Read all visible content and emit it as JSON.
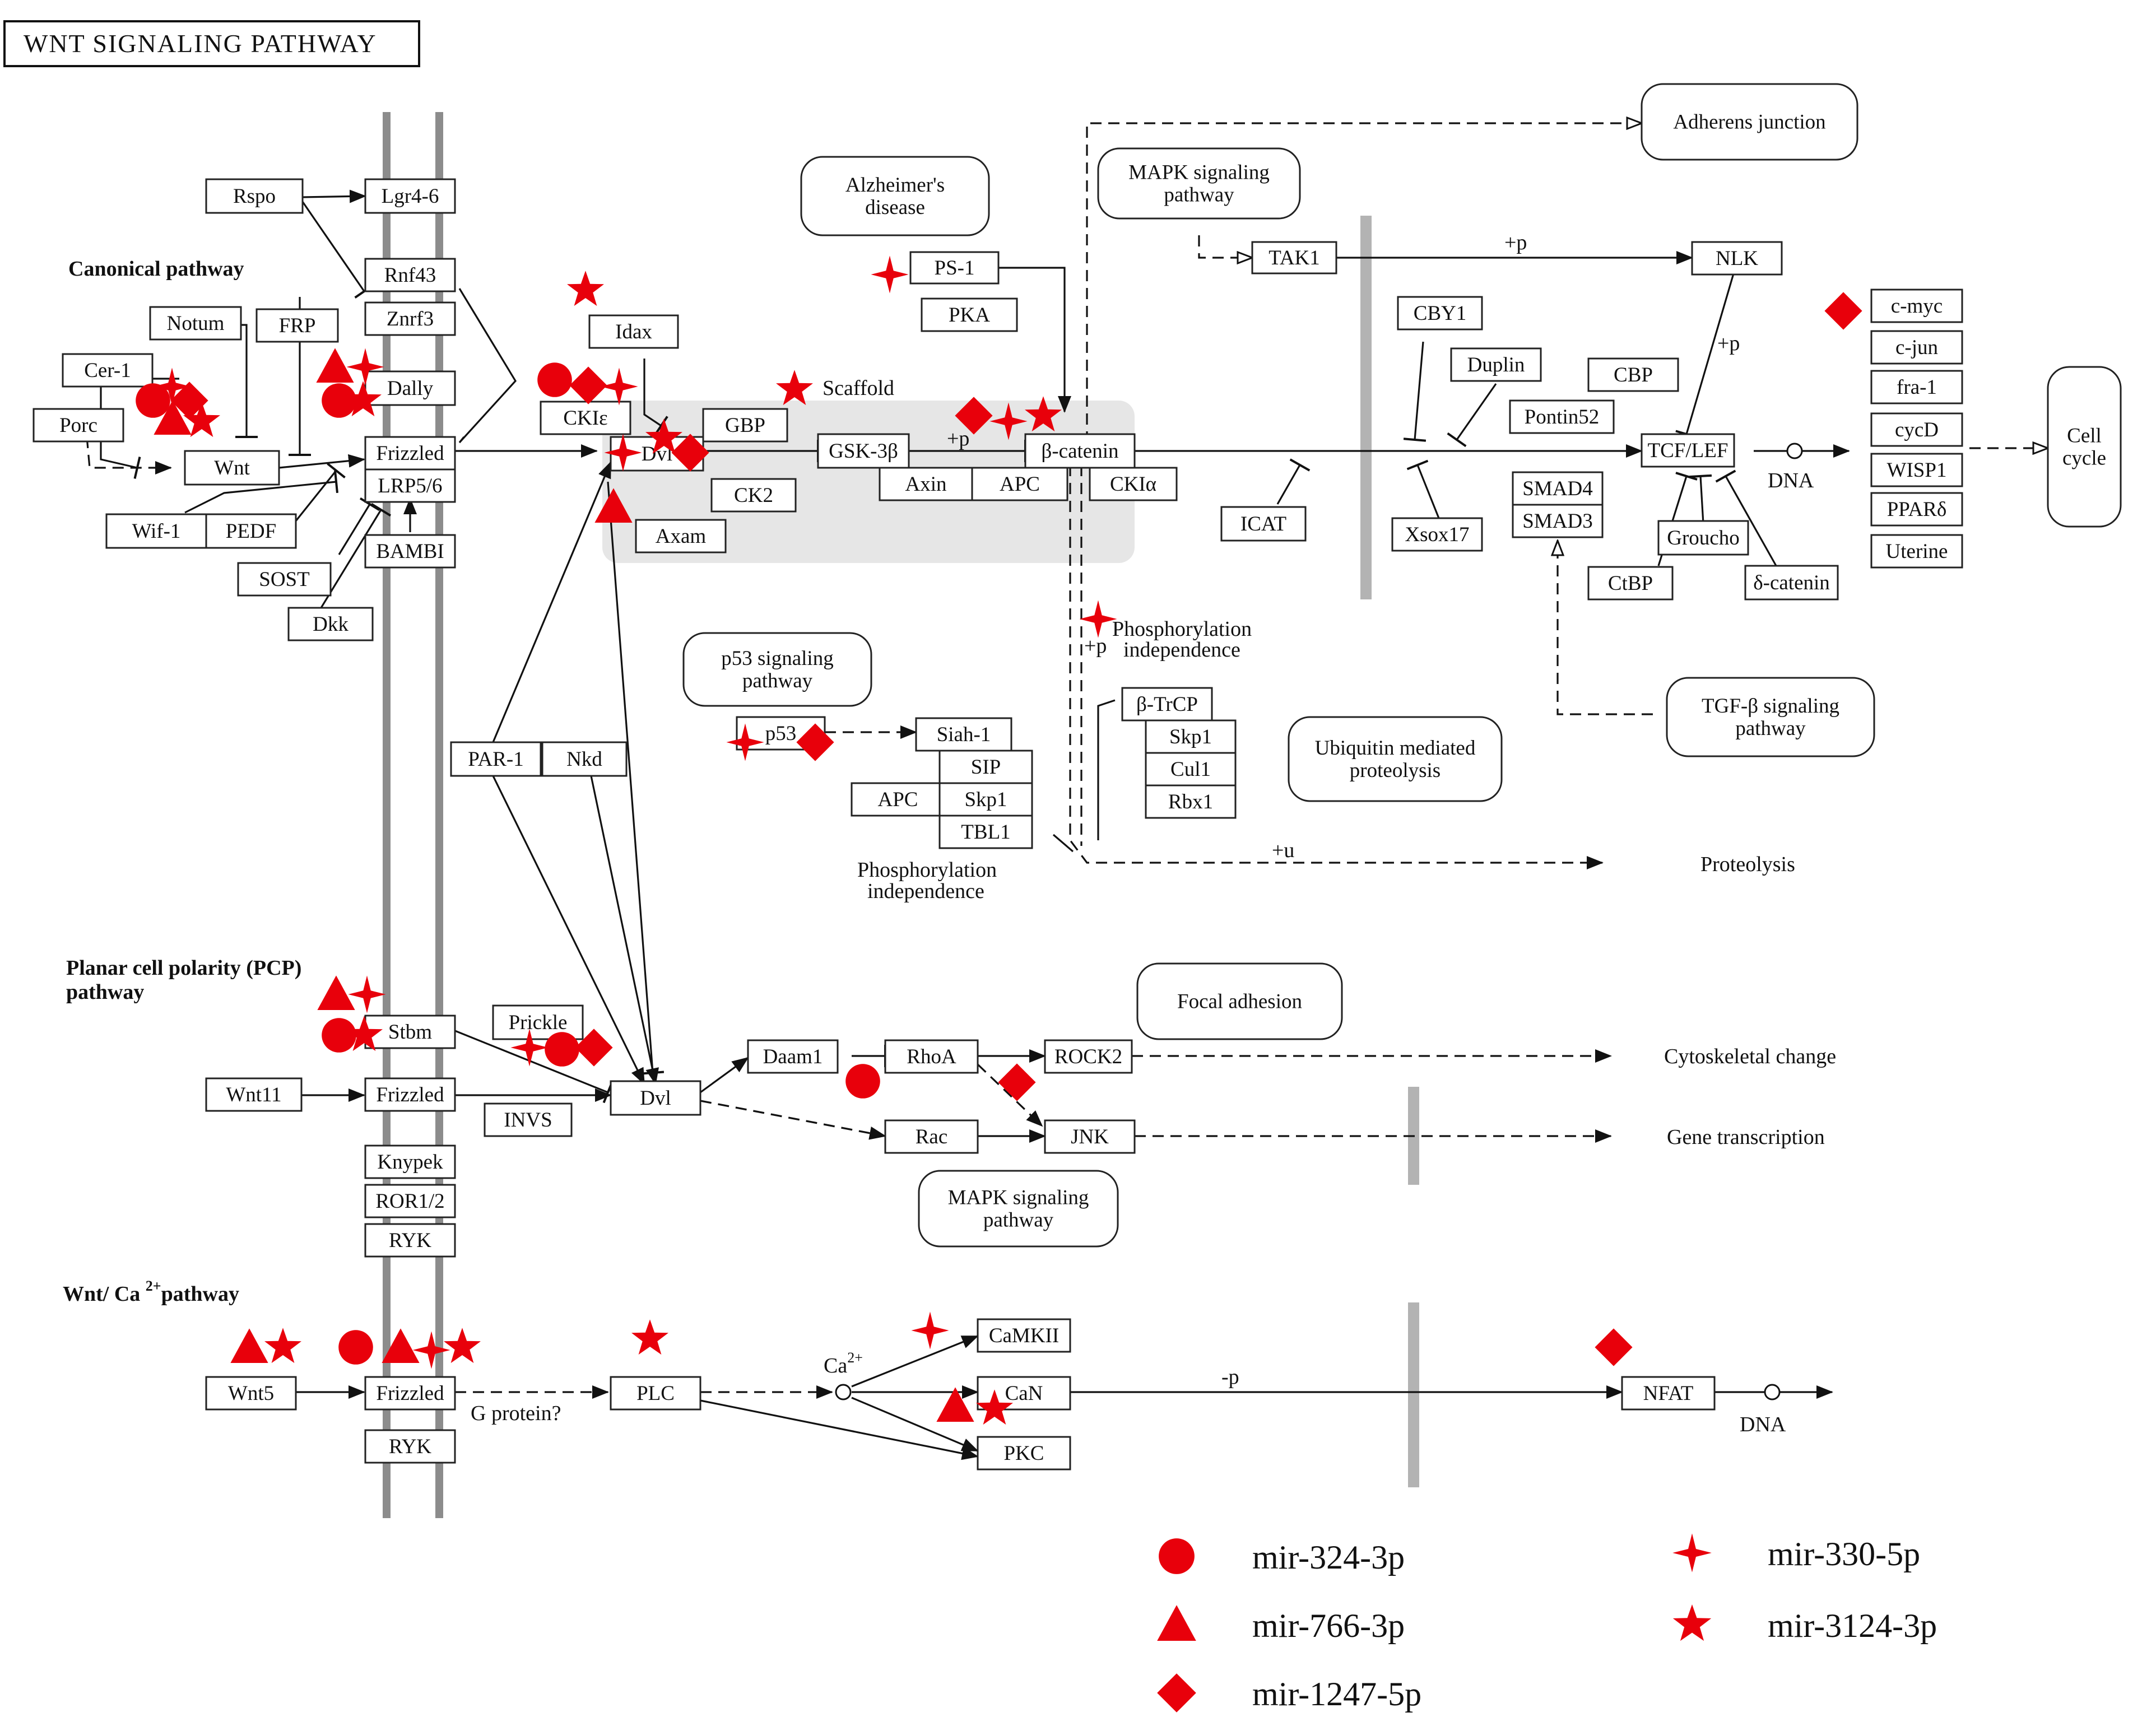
{
  "title": "WNT SIGNALING PATHWAY",
  "section_headers": {
    "canonical": "Canonical pathway",
    "pcp_line1": "Planar cell polarity (PCP)",
    "pcp_line2": "pathway",
    "ca_prefix": "Wnt/ Ca ",
    "ca_sup": "2+",
    "ca_suffix": "pathway"
  },
  "labels": {
    "scaffold": "Scaffold",
    "plus_p_1": "+p",
    "plus_p_2": "+p",
    "plus_p_3": "+p",
    "plus_p_4": "+p",
    "plus_u": "+u",
    "minus_p": "-p",
    "dna_1": "DNA",
    "dna_2": "DNA",
    "ca": "Ca",
    "ca_sup": "2+",
    "g_protein": "G protein?",
    "phospho_ind_1a": "Phosphorylation",
    "phospho_ind_1b": "independence",
    "phospho_ind_2a": "Phosphorylation",
    "phospho_ind_2b": "independence",
    "proteolysis": "Proteolysis",
    "cytoskeletal": "Cytoskeletal change",
    "gene_transcription": "Gene transcription"
  },
  "genes": {
    "rspo": "Rspo",
    "lgr": "Lgr4-6",
    "rnf43": "Rnf43",
    "znrf3": "Znrf3",
    "notum": "Notum",
    "frp": "FRP",
    "cer1": "Cer-1",
    "dally": "Dally",
    "porc": "Porc",
    "wnt": "Wnt",
    "frizzled1": "Frizzled",
    "lrp": "LRP5/6",
    "wif1": "Wif-1",
    "pedf": "PEDF",
    "bambi": "BAMBI",
    "sost": "SOST",
    "dkk": "Dkk",
    "idax": "Idax",
    "cki_e": "CKIε",
    "gbp": "GBP",
    "dvl1": "Dvl",
    "axam": "Axam",
    "ck2": "CK2",
    "ps1": "PS-1",
    "pka": "PKA",
    "gsk3b": "GSK-3β",
    "bcatenin": "β-catenin",
    "axin": "Axin",
    "apc1": "APC",
    "cki_a": "CKIα",
    "tak1": "TAK1",
    "nlk": "NLK",
    "cby1": "CBY1",
    "duplin": "Duplin",
    "cbp": "CBP",
    "pontin52": "Pontin52",
    "icat": "ICAT",
    "xsox17": "Xsox17",
    "tcflef": "TCF/LEF",
    "smad4": "SMAD4",
    "smad3": "SMAD3",
    "ctbp": "CtBP",
    "groucho": "Groucho",
    "dcatenin": "δ-catenin",
    "cmyc": "c-myc",
    "cjun": "c-jun",
    "fra1": "fra-1",
    "cycd": "cycD",
    "wisp1": "WISP1",
    "ppard": "PPARδ",
    "uterine": "Uterine",
    "p53": "p53",
    "siah1": "Siah-1",
    "sip": "SIP",
    "apc2": "APC",
    "skp1a": "Skp1",
    "tbl1": "TBL1",
    "btrcp": "β-TrCP",
    "skp1b": "Skp1",
    "cul1": "Cul1",
    "rbx1": "Rbx1",
    "par1": "PAR-1",
    "nkd": "Nkd",
    "stbm": "Stbm",
    "prickle": "Prickle",
    "wnt11": "Wnt11",
    "frizzled2": "Frizzled",
    "invs": "INVS",
    "dvl2": "Dvl",
    "daam1": "Daam1",
    "rhoa": "RhoA",
    "rock2": "ROCK2",
    "rac": "Rac",
    "jnk": "JNK",
    "knypek": "Knypek",
    "ror": "ROR1/2",
    "ryk1": "RYK",
    "wnt5": "Wnt5",
    "frizzled3": "Frizzled",
    "plc": "PLC",
    "camkii": "CaMKII",
    "can": "CaN",
    "pkc": "PKC",
    "nfat": "NFAT",
    "ryk2": "RYK"
  },
  "pathways": {
    "alzheimers_1": "Alzheimer's",
    "alzheimers_2": "disease",
    "mapk1_1": "MAPK signaling",
    "mapk1_2": "pathway",
    "adherens": "Adherens junction",
    "cellcycle_1": "Cell",
    "cellcycle_2": "cycle",
    "p53_1": "p53 signaling",
    "p53_2": "pathway",
    "ubiquitin_1": "Ubiquitin mediated",
    "ubiquitin_2": "proteolysis",
    "tgfb_1": "TGF-β signaling",
    "tgfb_2": "pathway",
    "focal": "Focal adhesion",
    "mapk2_1": "MAPK signaling",
    "mapk2_2": "pathway"
  },
  "legend": [
    {
      "marker": "circle",
      "label": "mir-324-3p",
      "color": "#e8000b"
    },
    {
      "marker": "triangle",
      "label": "mir-766-3p",
      "color": "#e8000b"
    },
    {
      "marker": "diamond",
      "label": "mir-1247-5p",
      "color": "#e8000b"
    },
    {
      "marker": "cross-star",
      "label": "mir-330-5p",
      "color": "#e8000b"
    },
    {
      "marker": "star",
      "label": "mir-3124-3p",
      "color": "#e8000b"
    }
  ],
  "colors": {
    "marker": "#e8000b",
    "membrane": "#8c8c8c",
    "scaffold_bg": "#e6e6e6",
    "nuclear_dash": "#b3b3b3"
  }
}
